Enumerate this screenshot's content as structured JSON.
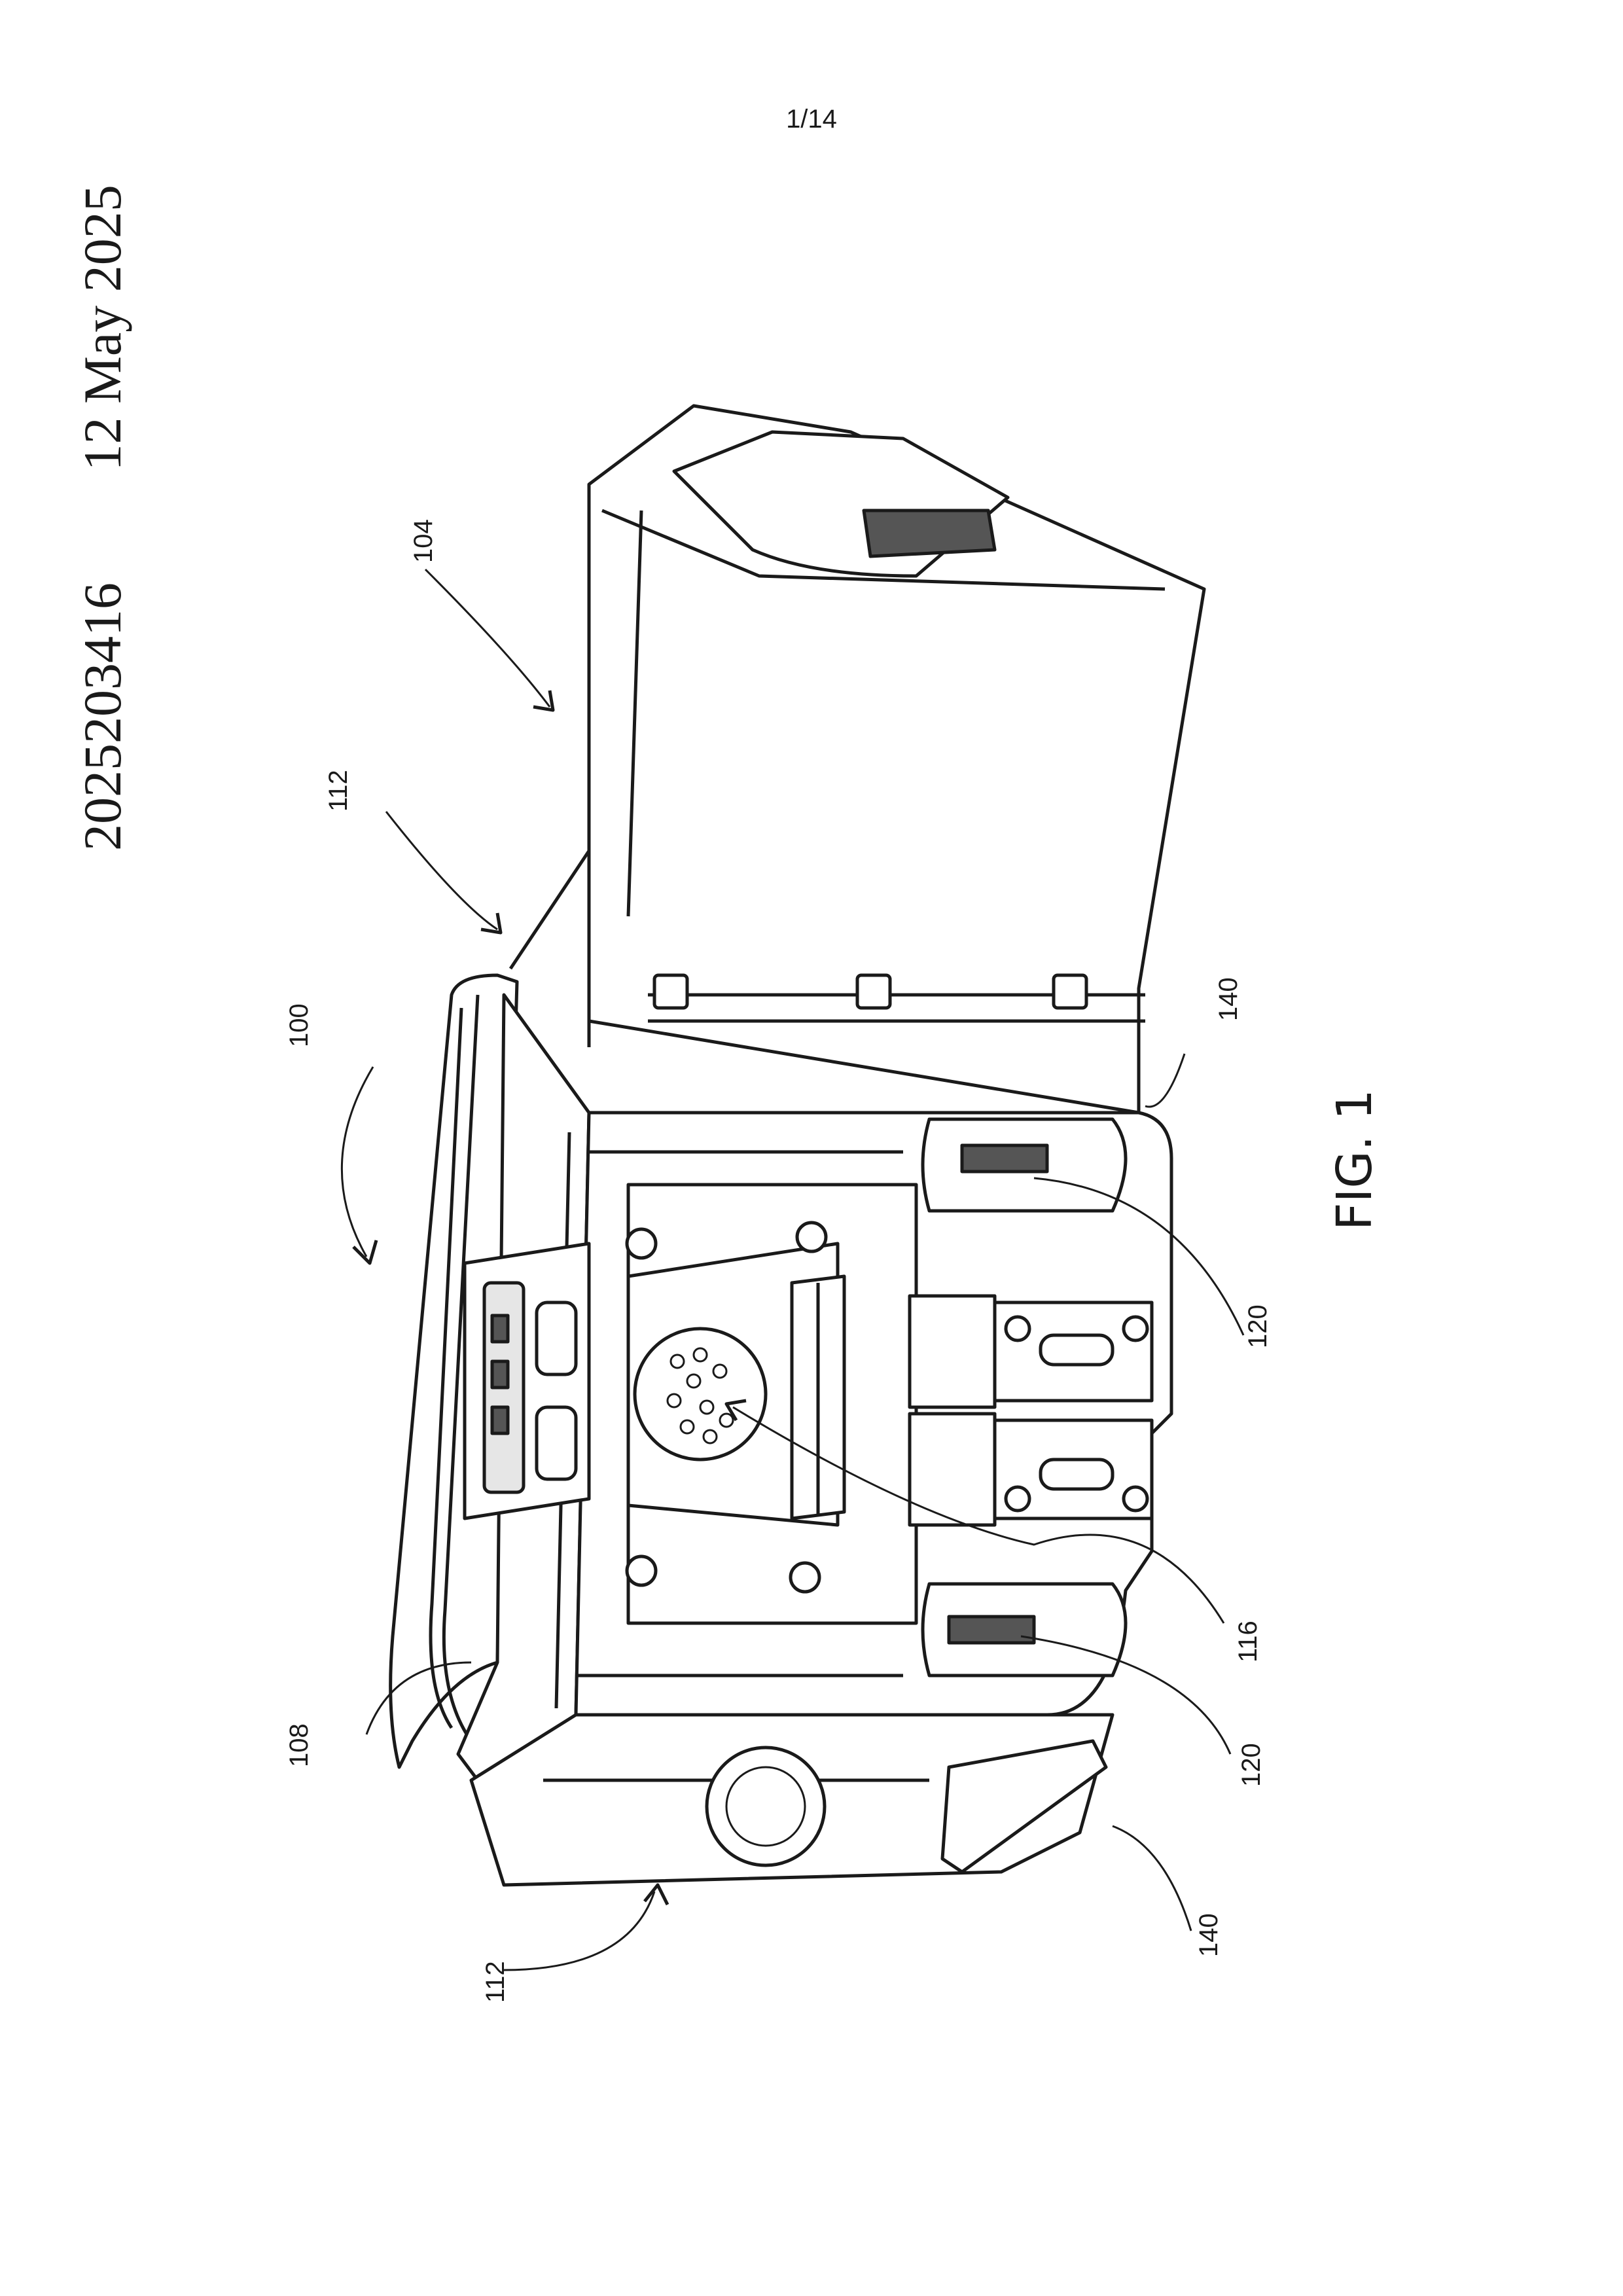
{
  "header": {
    "page_number": "1/14",
    "publication_number": "2025203416",
    "publication_date": "12 May 2025"
  },
  "figure": {
    "caption": "FIG. 1",
    "reference_numerals": {
      "r100": "100",
      "r104": "104",
      "r108": "108",
      "r112_top": "112",
      "r112_bottom": "112",
      "r116": "116",
      "r120_upper": "120",
      "r120_lower": "120",
      "r140_upper": "140",
      "r140_lower": "140"
    }
  }
}
